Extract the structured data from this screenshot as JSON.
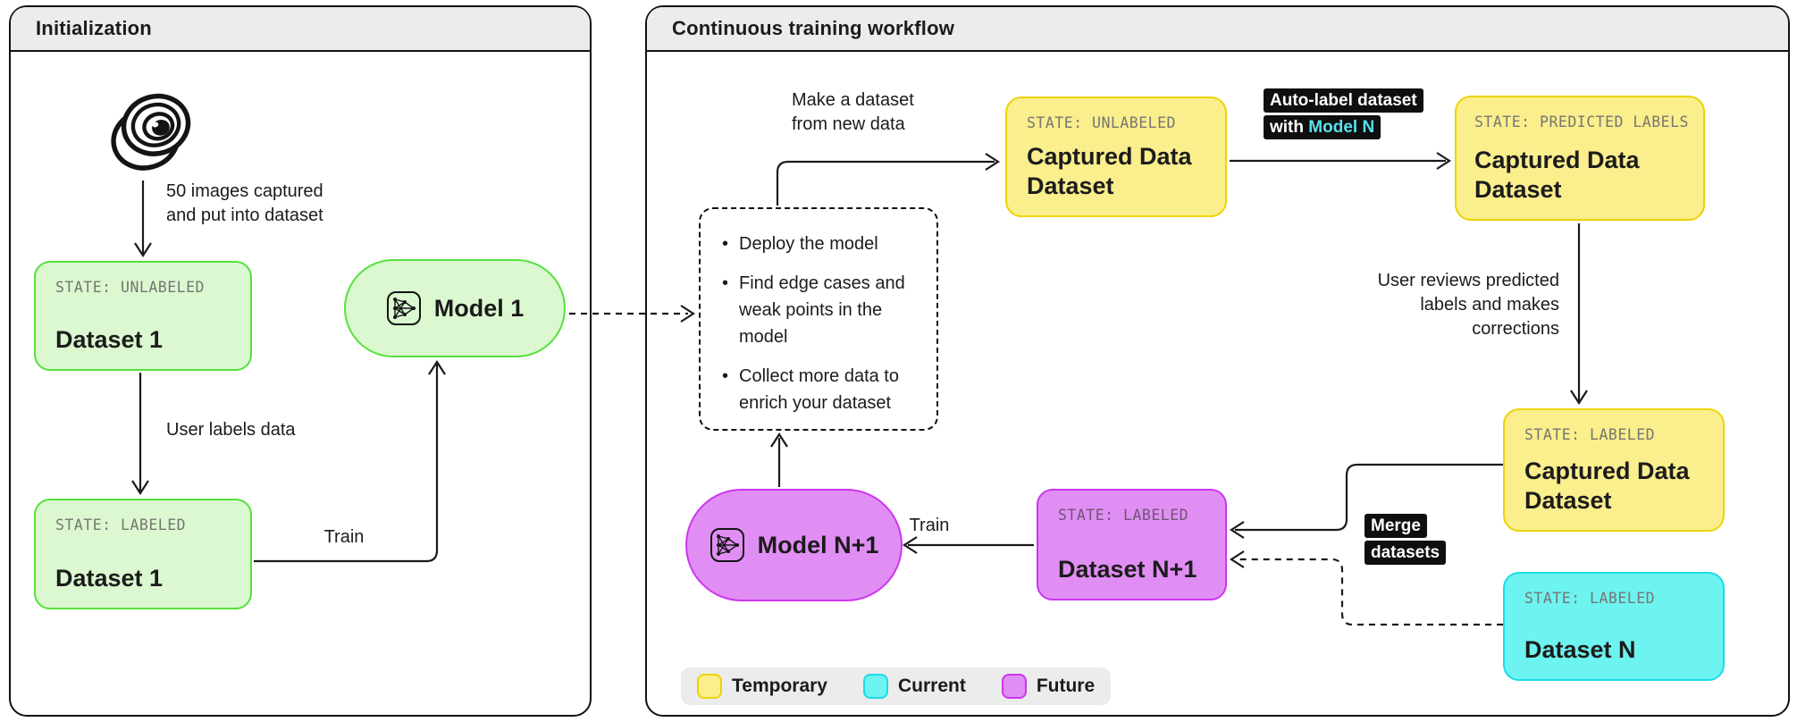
{
  "panels": {
    "init": {
      "title": "Initialization"
    },
    "workflow": {
      "title": "Continuous training workflow"
    }
  },
  "nodes": {
    "dataset1_unlabeled": {
      "state": "STATE: UNLABELED",
      "title": "Dataset 1"
    },
    "dataset1_labeled": {
      "state": "STATE: LABELED",
      "title": "Dataset 1"
    },
    "model1": {
      "title": "Model 1"
    },
    "captured_unlabeled": {
      "state": "STATE: UNLABELED",
      "title": "Captured Data Dataset"
    },
    "captured_predicted": {
      "state": "STATE: PREDICTED LABELS",
      "title": "Captured Data Dataset"
    },
    "captured_labeled": {
      "state": "STATE: LABELED",
      "title": "Captured Data Dataset"
    },
    "dataset_n": {
      "state": "STATE: LABELED",
      "title": "Dataset N"
    },
    "dataset_n_plus_1": {
      "state": "STATE: LABELED",
      "title": "Dataset N+1"
    },
    "model_n_plus_1": {
      "title": "Model N+1"
    }
  },
  "checklist": {
    "items": [
      "Deploy the model",
      "Find edge cases and weak points in the model",
      "Collect more data to enrich your dataset"
    ]
  },
  "edge_labels": {
    "capture": "50 images captured\nand put into dataset",
    "user_labels": "User labels data",
    "train_initial": "Train",
    "make_dataset": "Make a dataset\nfrom new data",
    "auto_label": {
      "line1": "Auto-label dataset",
      "line2_prefix": "with ",
      "line2_model": "Model N"
    },
    "review": "User reviews predicted\nlabels and makes\ncorrections",
    "merge": {
      "line1": "Merge",
      "line2": "datasets"
    },
    "train_next": "Train"
  },
  "legend": {
    "items": [
      {
        "label": "Temporary",
        "fill": "#faee8d",
        "border": "#edd303"
      },
      {
        "label": "Current",
        "fill": "#6df3f0",
        "border": "#1cdbe7"
      },
      {
        "label": "Future",
        "fill": "#e18ef4",
        "border": "#cb35ee"
      }
    ]
  },
  "colors": {
    "initial_fill": "#dbf8d0",
    "initial_border": "#55e13c",
    "temporary_fill": "#faee8d",
    "temporary_border": "#edd303",
    "current_fill": "#6df3f0",
    "current_border": "#1cdbe7",
    "future_fill": "#e18ef4",
    "future_border": "#cb35ee",
    "badge_bg": "#0f0f0f",
    "badge_model_text": "#58e2ee",
    "header_bg": "#ececec"
  }
}
